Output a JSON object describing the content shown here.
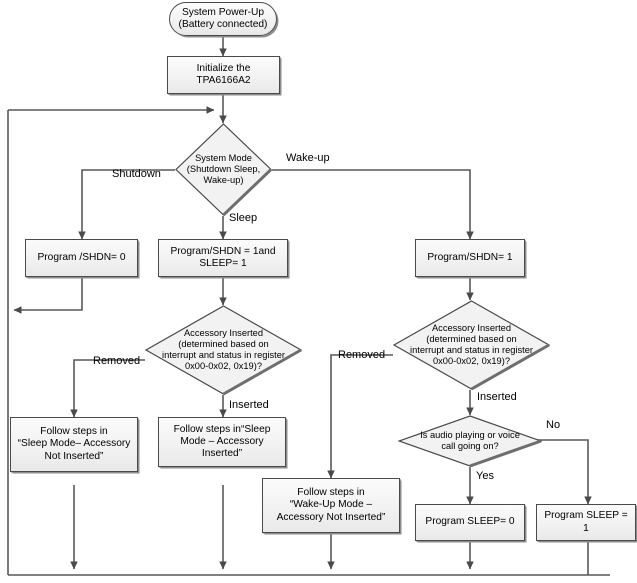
{
  "diagram": {
    "title": "TPA6166A2 system mode flowchart",
    "type": "flowchart",
    "colors": {
      "line": "#595959",
      "shape_border": "#4a4a4a",
      "shape_fill": "#f1f1f1",
      "text": "#000000",
      "background": "#ffffff"
    }
  },
  "nodes": {
    "power_up": {
      "shape": "terminator",
      "text": "System Power-Up\n(Battery connected)"
    },
    "initialize": {
      "shape": "process",
      "text": "Initialize the\nTPA6166A2"
    },
    "system_mode": {
      "shape": "decision",
      "text": "System Mode\n(Shutdown Sleep,\nWake-up)"
    },
    "program_shdn_0": {
      "shape": "process",
      "text": "Program /SHDN= 0"
    },
    "program_shdn_1_sleep_1": {
      "shape": "process",
      "text": "Program/SHDN = 1and\nSLEEP= 1"
    },
    "program_shdn_1": {
      "shape": "process",
      "text": "Program/SHDN= 1"
    },
    "accessory_inserted_sleep": {
      "shape": "decision",
      "text": "Accessory Inserted\n(determined based on\ninterrupt and status in register\n0x00-0x02, 0x19)?"
    },
    "accessory_inserted_wake": {
      "shape": "decision",
      "text": "Accessory Inserted\n(determined based on\ninterrupt and status in register\n0x00-0x02, 0x19)?"
    },
    "sleep_not_inserted": {
      "shape": "process",
      "text": "Follow steps in\n“Sleep Mode– Accessory\nNot Inserted”"
    },
    "sleep_inserted": {
      "shape": "process",
      "text": "Follow steps in“Sleep\nMode – Accessory\nInserted”"
    },
    "wake_not_inserted": {
      "shape": "process",
      "text": "Follow steps in\n“Wake-Up Mode –\nAccessory Not Inserted”"
    },
    "audio_playing": {
      "shape": "decision",
      "text": "Is audio playing or voice\ncall going on?"
    },
    "program_sleep_0": {
      "shape": "process",
      "text": "Program SLEEP= 0"
    },
    "program_sleep_1": {
      "shape": "process",
      "text": "Program SLEEP = 1"
    }
  },
  "edge_labels": {
    "shutdown": "Shutdown",
    "wakeup": "Wake-up",
    "sleep": "Sleep",
    "removed_left": "Removed",
    "inserted_left": "Inserted",
    "removed_right": "Removed",
    "inserted_right": "Inserted",
    "no": "No",
    "yes": "Yes"
  }
}
